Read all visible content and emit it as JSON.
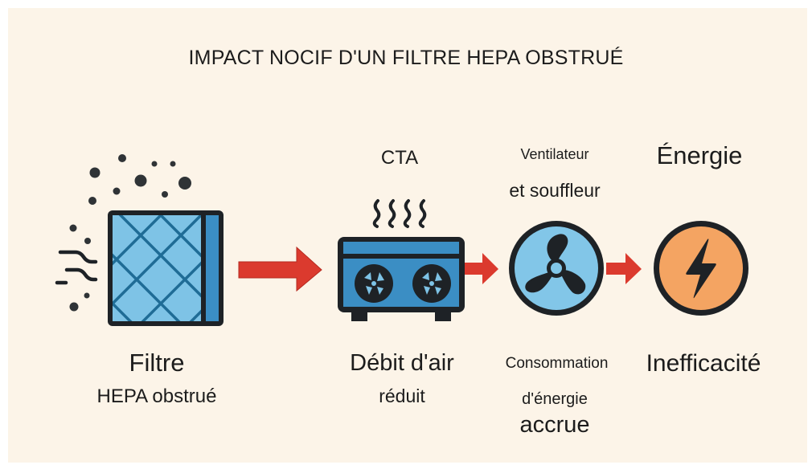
{
  "title": "IMPACT NOCIF D'UN FILTRE HEPA OBSTRUÉ",
  "colors": {
    "background": "#fcf4e8",
    "outline": "#1e2226",
    "filter_blue": "#7ec3e6",
    "filter_grid": "#1f6c96",
    "cta_blue": "#3b8ec4",
    "fan_blue": "#82c6e8",
    "energy_orange": "#f4a462",
    "arrow_red": "#db3a2e"
  },
  "steps": [
    {
      "id": "filter",
      "icon": "hepa-filter-icon",
      "top_label": "",
      "bottom_label_line1": "Filtre",
      "bottom_label_line2": "HEPA obstrué"
    },
    {
      "id": "cta",
      "icon": "air-handling-unit-icon",
      "top_label": "CTA",
      "bottom_label_line1": "Débit d'air",
      "bottom_label_line2": "réduit"
    },
    {
      "id": "fan",
      "icon": "fan-icon",
      "top_label_line1": "Ventilateur",
      "top_label_line2": "et souffleur",
      "bottom_label_line1": "Consommation",
      "bottom_label_line2": "d'énergie",
      "bottom_label_line3": "accrue"
    },
    {
      "id": "energy",
      "icon": "lightning-bolt-icon",
      "top_label": "Énergie",
      "bottom_label_line1": "Inefficacité"
    }
  ],
  "arrows": [
    "filter-to-cta",
    "cta-to-fan",
    "fan-to-energy"
  ]
}
